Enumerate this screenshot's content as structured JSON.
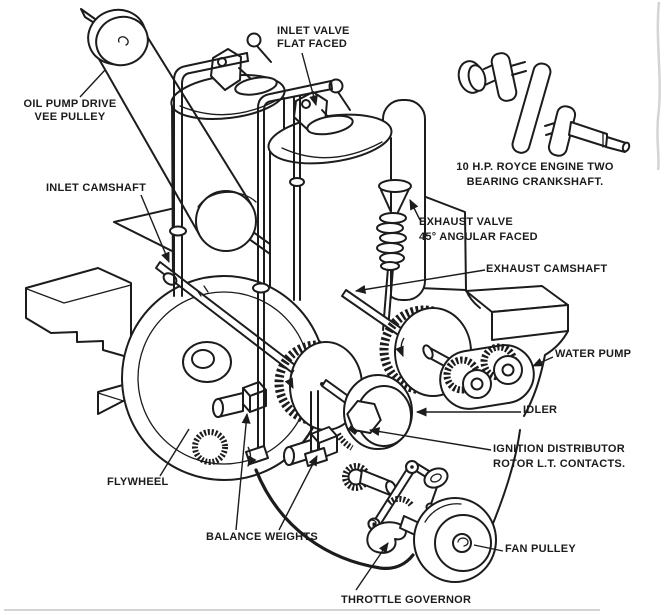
{
  "figure": {
    "description": "Cutaway line-art diagram of a 10 H.P. Royce two-cylinder engine with labeled components and a crankshaft inset",
    "colors": {
      "ink": "#1c1c1c",
      "paper": "#ffffff",
      "scan_edge": "#d4d4d4"
    },
    "labels": {
      "oil_pump": {
        "text": "OIL PUMP DRIVE\nVEE PULLEY"
      },
      "inlet_valve": {
        "text": "INLET VALVE\nFLAT FACED"
      },
      "inlet_camshaft": {
        "text": "INLET CAMSHAFT"
      },
      "crankshaft_caption": {
        "text": "10 H.P. ROYCE ENGINE TWO\nBEARING CRANKSHAFT."
      },
      "exhaust_valve": {
        "text": "EXHAUST VALVE\n45° ANGULAR FACED"
      },
      "exhaust_camshaft": {
        "text": "EXHAUST CAMSHAFT"
      },
      "water_pump": {
        "text": "WATER PUMP"
      },
      "idler": {
        "text": "IDLER"
      },
      "ignition": {
        "text": "IGNITION DISTRIBUTOR\nROTOR L.T. CONTACTS."
      },
      "flywheel": {
        "text": "FLYWHEEL"
      },
      "balance_weights": {
        "text": "BALANCE WEIGHTS"
      },
      "throttle_governor": {
        "text": "THROTTLE GOVERNOR"
      },
      "fan_pulley": {
        "text": "FAN PULLEY"
      }
    }
  }
}
